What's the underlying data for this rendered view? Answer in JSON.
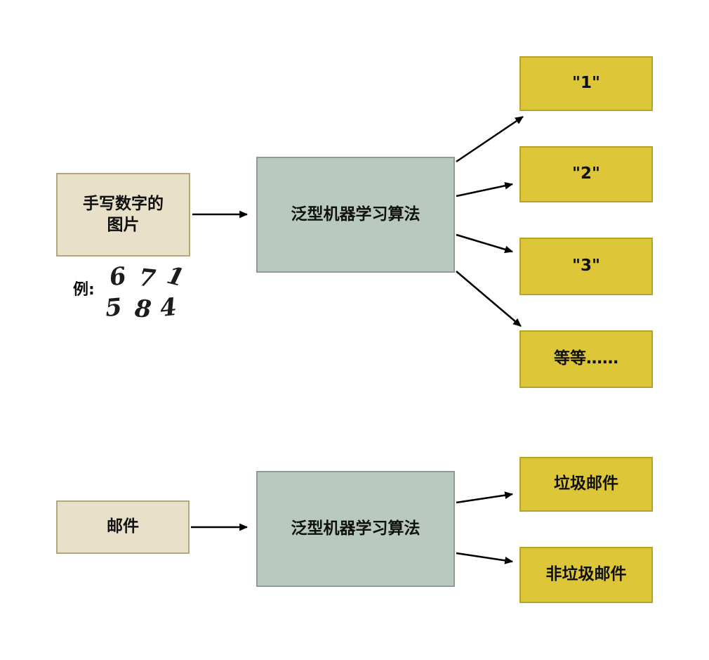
{
  "top_flow": {
    "input": {
      "line1": "手写数字的",
      "line2": "图片"
    },
    "example": {
      "label": "例:",
      "digits_row1": [
        "6",
        "7",
        "1"
      ],
      "digits_row2": [
        "5",
        "8",
        "4"
      ]
    },
    "algorithm": "泛型机器学习算法",
    "outputs": [
      "\"1\"",
      "\"2\"",
      "\"3\"",
      "等等……"
    ]
  },
  "bottom_flow": {
    "input": "邮件",
    "algorithm": "泛型机器学习算法",
    "outputs": [
      "垃圾邮件",
      "非垃圾邮件"
    ]
  },
  "colors": {
    "input_fill": "#e9e0c9",
    "input_border": "#b3a77c",
    "algorithm_fill": "#b9c9c0",
    "algorithm_border": "#8e9c93",
    "output_fill": "#ddc637",
    "output_border": "#b5a427",
    "arrow": "#000000",
    "text": "#111111",
    "background": "#ffffff"
  }
}
